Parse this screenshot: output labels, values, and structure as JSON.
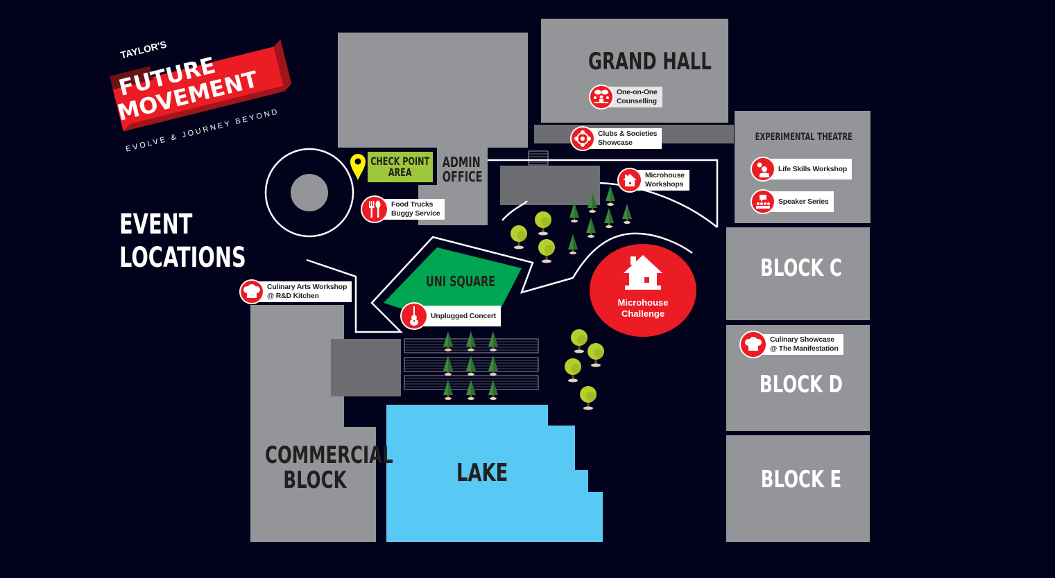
{
  "logo": {
    "line1": "TAYLOR'S",
    "line2": "FUTURE",
    "line3": "MOVEMENT",
    "tagline": "EVOLVE & JOURNEY BEYOND"
  },
  "title": {
    "line1": "EVENT",
    "line2": "LOCATIONS"
  },
  "colors": {
    "background": "#02021c",
    "building": "#939598",
    "building_dark": "#6d6e71",
    "accent_red": "#ec1c24",
    "lake": "#58c8f4",
    "uni_square": "#00a651",
    "checkpoint": "#9dc83b",
    "pin": "#fff200"
  },
  "buildings": {
    "grand_hall": "GRAND HALL",
    "admin_office": {
      "line1": "ADMIN",
      "line2": "OFFICE"
    },
    "experimental_theatre": "EXPERIMENTAL THEATRE",
    "block_c": "BLOCK C",
    "block_d": "BLOCK D",
    "block_e": "BLOCK E",
    "commercial_block": {
      "line1": "COMMERCIAL",
      "line2": "BLOCK"
    },
    "lake": "LAKE",
    "uni_square": "UNI SQUARE"
  },
  "checkpoint": {
    "line1": "CHECK POINT",
    "line2": "AREA",
    "icon": "location-pin-icon"
  },
  "events": [
    {
      "id": "counselling",
      "line1": "One-on-One",
      "line2": "Counselling",
      "icon": "counselling-icon"
    },
    {
      "id": "clubs",
      "line1": "Clubs & Societies",
      "line2": "Showcase",
      "icon": "network-people-icon"
    },
    {
      "id": "microhouse_workshops",
      "line1": "Microhouse",
      "line2": "Workshops",
      "icon": "house-icon"
    },
    {
      "id": "life_skills",
      "line1": "Life Skills Workshop",
      "line2": "",
      "icon": "lightbulb-person-icon"
    },
    {
      "id": "speaker_series",
      "line1": "Speaker Series",
      "line2": "",
      "icon": "audience-speech-icon"
    },
    {
      "id": "food_trucks",
      "line1": "Food Trucks",
      "line2": "Buggy Service",
      "icon": "fork-spoon-icon"
    },
    {
      "id": "culinary_arts",
      "line1": "Culinary Arts Workshop",
      "line2": "@ R&D Kitchen",
      "icon": "chef-hat-icon"
    },
    {
      "id": "unplugged",
      "line1": "Unplugged Concert",
      "line2": "",
      "icon": "guitar-icon"
    },
    {
      "id": "culinary_showcase",
      "line1": "Culinary Showcase",
      "line2": "@ The Manifestation",
      "icon": "chef-hat-icon"
    }
  ],
  "microhouse_challenge": {
    "line1": "Microhouse",
    "line2": "Challenge",
    "icon": "house-icon"
  }
}
